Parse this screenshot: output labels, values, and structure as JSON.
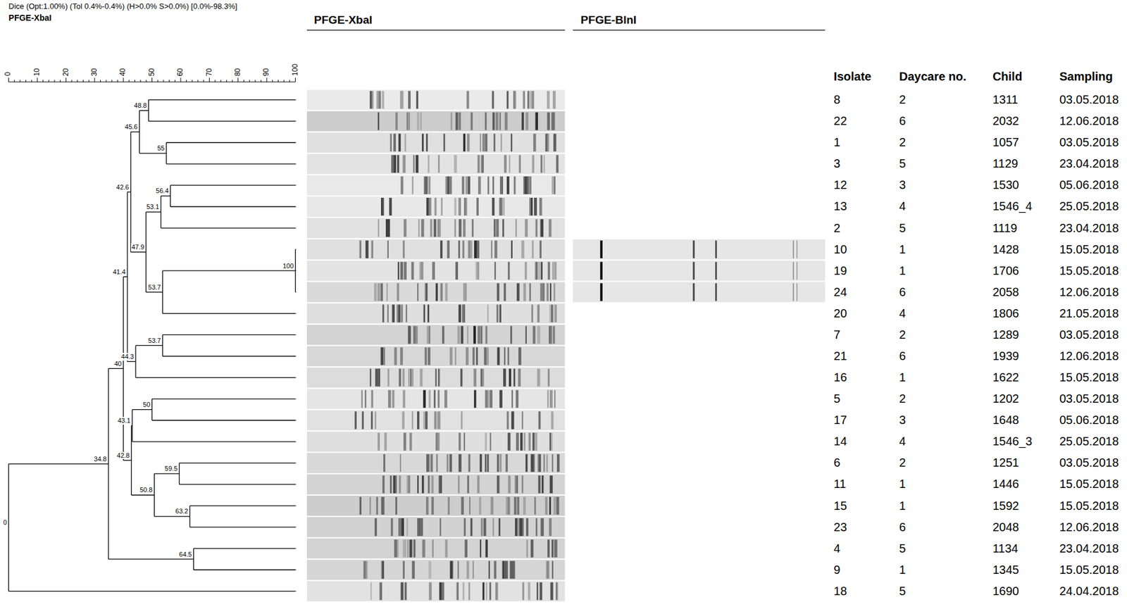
{
  "diagram": {
    "labels": [
      "Dice (Opt:1.00%) (Tol 0.4%-0.4%) (H>0.0% S>0.0%) [0.0%-98.3%]",
      "PFGE-XbaI",
      "PFGE-XbaI",
      "PFGE-BlnI",
      "0",
      "10",
      "20",
      "30",
      "40",
      "50",
      "60",
      "70",
      "80",
      "90",
      "100",
      "48.8",
      "45.6",
      "55",
      "42.6",
      "56.4",
      "53.1",
      "47.9",
      "100",
      "53.7",
      "41.4",
      "53.7",
      "44.3",
      "40",
      "50",
      "43.1",
      "42.8",
      "59.5",
      "50.8",
      "63.2",
      "34.8",
      "64.5",
      "0",
      "Isolate",
      "Daycare no.",
      "Child",
      "Sampling",
      "8",
      "2",
      "1311",
      "03.05.2018",
      "22",
      "6",
      "2032",
      "12.06.2018",
      "1",
      "2",
      "1057",
      "03.05.2018",
      "3",
      "5",
      "1129",
      "23.04.2018",
      "12",
      "3",
      "1530",
      "05.06.2018",
      "13",
      "4",
      "1546_4",
      "25.05.2018",
      "2",
      "5",
      "1119",
      "23.04.2018",
      "10",
      "1",
      "1428",
      "15.05.2018",
      "19",
      "1",
      "1706",
      "15.05.2018",
      "24",
      "6",
      "2058",
      "12.06.2018",
      "20",
      "4",
      "1806",
      "21.05.2018",
      "7",
      "2",
      "1289",
      "03.05.2018",
      "21",
      "6",
      "1939",
      "12.06.2018",
      "16",
      "1",
      "1622",
      "15.05.2018",
      "5",
      "2",
      "1202",
      "03.05.2018",
      "17",
      "3",
      "1648",
      "05.06.2018",
      "14",
      "4",
      "1546_3",
      "25.05.2018",
      "6",
      "2",
      "1251",
      "03.05.2018",
      "11",
      "1",
      "1446",
      "15.05.2018",
      "15",
      "1",
      "1592",
      "15.05.2018",
      "23",
      "6",
      "2048",
      "12.06.2018",
      "4",
      "5",
      "1134",
      "23.04.2018",
      "9",
      "1",
      "1345",
      "15.05.2018",
      "18",
      "5",
      "1690",
      "24.04.2018"
    ]
  }
}
